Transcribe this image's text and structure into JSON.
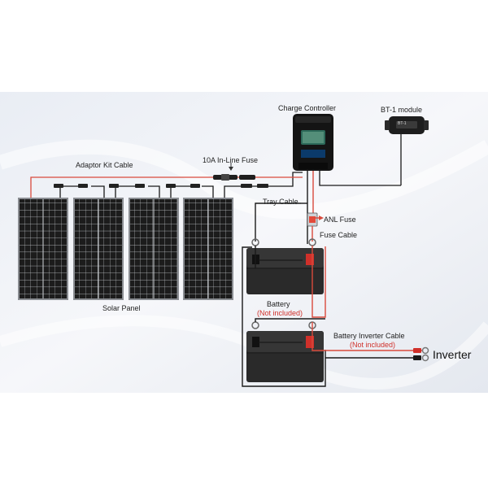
{
  "labels": {
    "charge_controller": "Charge Controller",
    "bt_module": "BT-1 module",
    "bt_device_text": "BT-1",
    "inline_fuse": "10A In-Line Fuse",
    "adaptor_cable": "Adaptor Kit Cable",
    "tray_cable": "Tray Cable",
    "anl_fuse": "ANL Fuse",
    "fuse_cable": "Fuse Cable",
    "solar_panel": "Solar Panel",
    "battery": "Battery",
    "battery_note": "(Not included)",
    "inverter_cable": "Battery Inverter Cable",
    "inverter_cable_note": "(Not included)",
    "inverter": "Inverter"
  },
  "colors": {
    "positive_wire": "#d94a3c",
    "negative_wire": "#1a1a1a",
    "panel_cell": "#1c1c1c",
    "panel_frame": "#8a8d92",
    "battery_body": "#2a2a2a",
    "battery_pos_terminal": "#d0302a",
    "background_band": "#eef1f6"
  },
  "panel_count": 4,
  "battery_count": 2
}
